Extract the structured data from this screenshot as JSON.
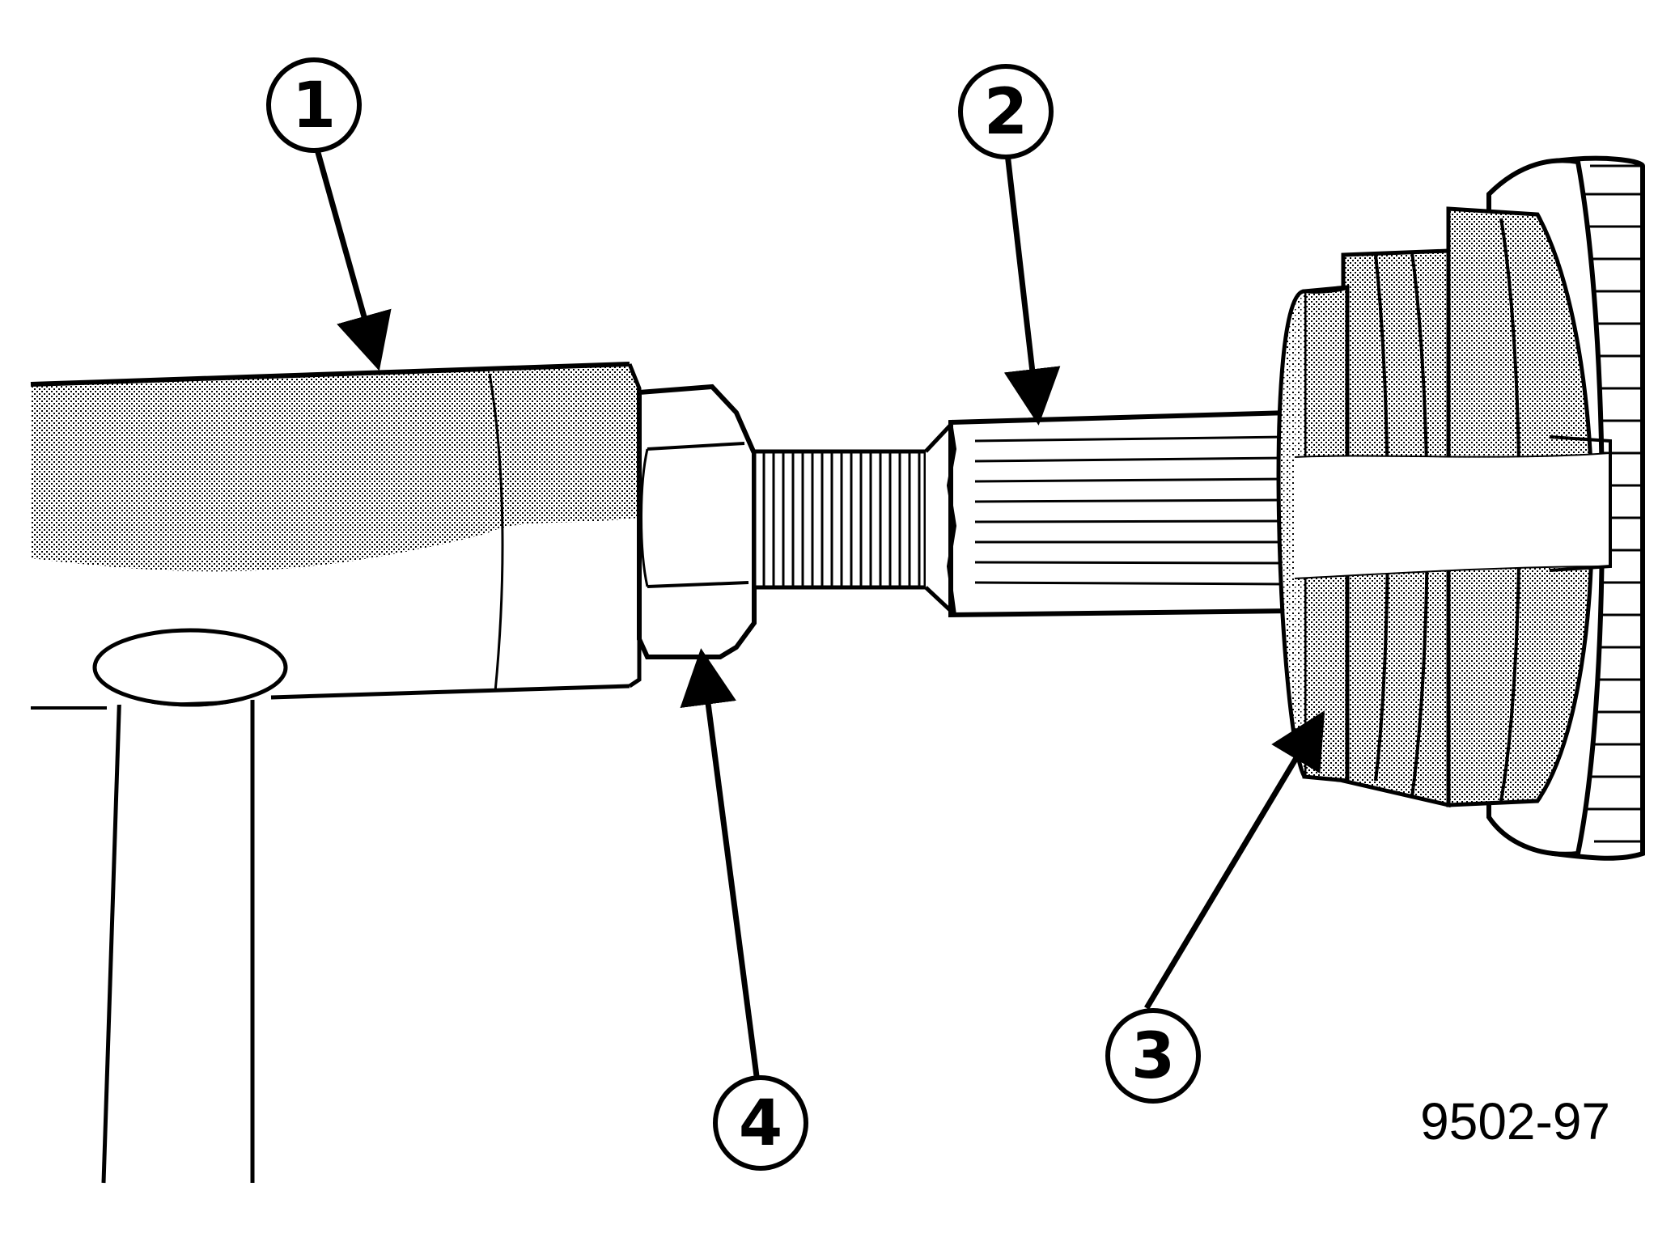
{
  "colors": {
    "ink": "#000000",
    "paper": "#ffffff",
    "shade": "#c8c8c8"
  },
  "callouts": [
    {
      "label": "1"
    },
    {
      "label": "2"
    },
    {
      "label": "3"
    },
    {
      "label": "4"
    }
  ],
  "figure_id": "9502-97"
}
